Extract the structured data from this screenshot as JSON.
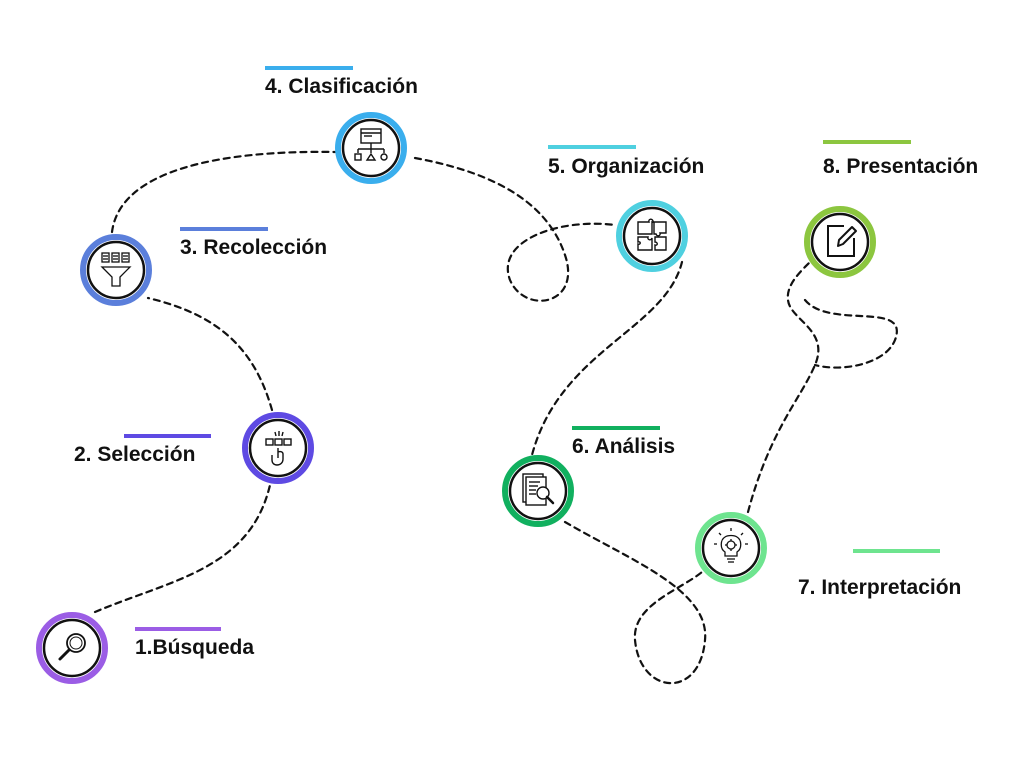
{
  "steps": [
    {
      "num": "1",
      "label": "1.Búsqueda",
      "color": "#9b5de5",
      "icon": "magnifier-icon"
    },
    {
      "num": "2",
      "label": "2. Selección",
      "color": "#5e4ae3",
      "icon": "hand-select-icon"
    },
    {
      "num": "3",
      "label": "3. Recolección",
      "color": "#5b7fdb",
      "icon": "funnel-icon"
    },
    {
      "num": "4",
      "label": "4. Clasificación",
      "color": "#3aaeed",
      "icon": "hierarchy-icon"
    },
    {
      "num": "5",
      "label": "5. Organización",
      "color": "#4fd0e0",
      "icon": "puzzle-icon"
    },
    {
      "num": "6",
      "label": "6. Análisis",
      "color": "#11b05f",
      "icon": "document-search-icon"
    },
    {
      "num": "7",
      "label": "7. Interpretación",
      "color": "#6ee48f",
      "icon": "lightbulb-icon"
    },
    {
      "num": "8",
      "label": "8. Presentación",
      "color": "#8cc63f",
      "icon": "edit-icon"
    }
  ]
}
